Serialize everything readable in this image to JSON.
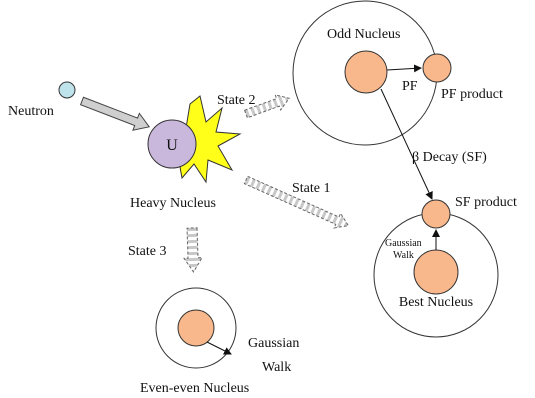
{
  "labels": {
    "neutron": "Neutron",
    "uranium": "U",
    "heavy_nucleus": "Heavy Nucleus",
    "state1": "State 1",
    "state2": "State 2",
    "state3": "State 3",
    "odd_nucleus": "Odd Nucleus",
    "pf": "PF",
    "pf_product": "PF product",
    "beta_decay": "β Decay (SF)",
    "sf_product": "SF product",
    "gaussian_walk_small_1": "Gaussian",
    "gaussian_walk_small_2": "Walk",
    "best_nucleus": "Best Nucleus",
    "gaussian_walk_1": "Gaussian",
    "gaussian_walk_2": "Walk",
    "even_even_nucleus": "Even-even Nucleus"
  },
  "colors": {
    "neutron_fill": "#bfe3ea",
    "uranium_fill": "#c9b8dc",
    "star_fill": "#ffff1a",
    "nucleus_fill": "#f8b88b",
    "dashed_arrow_fill": "#d0d0d0",
    "solid_arrow_fill": "#cfcfcf",
    "stroke": "#333333"
  }
}
